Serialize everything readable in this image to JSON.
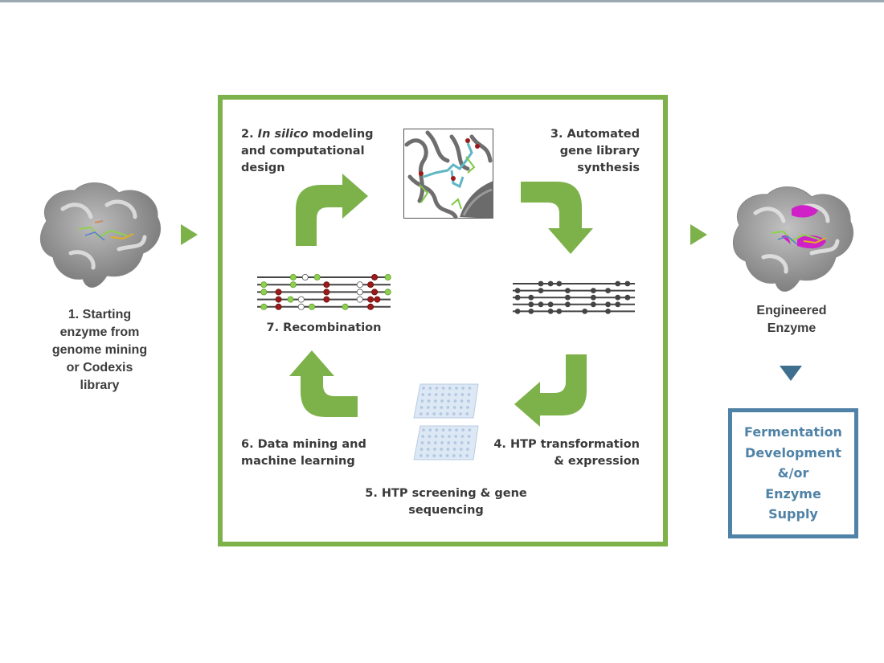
{
  "colors": {
    "cycle_green": "#7db14a",
    "output_blue": "#4f82a6",
    "text_dark": "#3c3c3c",
    "mutation_green": "#8fd14f",
    "mutation_red": "#9b1b1b",
    "mutation_white": "#ffffff",
    "highlight_magenta": "#d020c8"
  },
  "start": {
    "icon": "protein-surface-icon",
    "label_lines": [
      "1. Starting",
      "enzyme from",
      "genome mining",
      "or Codexis",
      "library"
    ]
  },
  "cycle": {
    "step2": {
      "number": "2.",
      "italic": "In silico",
      "rest_line1": " modeling",
      "line2": "and computational",
      "line3": "design"
    },
    "step3": {
      "lines": [
        "3. Automated",
        "gene library",
        "synthesis"
      ]
    },
    "step4": {
      "lines": [
        "4. HTP transformation",
        "& expression"
      ]
    },
    "step5": {
      "lines": [
        "5. HTP screening & gene",
        "sequencing"
      ]
    },
    "step6": {
      "lines": [
        "6. Data mining and",
        "machine learning"
      ]
    },
    "step7": {
      "label": "7. Recombination"
    },
    "recombination_rows": [
      [
        [
          "g",
          0.27
        ],
        [
          "w",
          0.36
        ],
        [
          "g",
          0.45
        ],
        [
          "r",
          0.88
        ],
        [
          "g",
          0.98
        ]
      ],
      [
        [
          "g",
          0.05
        ],
        [
          "g",
          0.27
        ],
        [
          "r",
          0.52
        ],
        [
          "w",
          0.77
        ],
        [
          "r",
          0.85
        ]
      ],
      [
        [
          "g",
          0.05
        ],
        [
          "r",
          0.16
        ],
        [
          "r",
          0.52
        ],
        [
          "w",
          0.77
        ],
        [
          "r",
          0.88
        ],
        [
          "g",
          0.98
        ]
      ],
      [
        [
          "r",
          0.16
        ],
        [
          "g",
          0.25
        ],
        [
          "w",
          0.33
        ],
        [
          "r",
          0.52
        ],
        [
          "w",
          0.77
        ],
        [
          "r",
          0.85
        ],
        [
          "r",
          0.9
        ]
      ],
      [
        [
          "g",
          0.05
        ],
        [
          "r",
          0.16
        ],
        [
          "w",
          0.33
        ],
        [
          "g",
          0.41
        ],
        [
          "g",
          0.66
        ],
        [
          "r",
          0.85
        ]
      ]
    ],
    "library_rows": [
      [
        0.23,
        0.31,
        0.38,
        0.86,
        0.94
      ],
      [
        0.04,
        0.23,
        0.45,
        0.66,
        0.78
      ],
      [
        0.04,
        0.15,
        0.45,
        0.66,
        0.86,
        0.94
      ],
      [
        0.15,
        0.23,
        0.31,
        0.45,
        0.66,
        0.78,
        0.86
      ],
      [
        0.04,
        0.15,
        0.31,
        0.38,
        0.59,
        0.78
      ]
    ]
  },
  "output": {
    "label_lines": [
      "Engineered",
      "Enzyme"
    ],
    "box_lines": [
      "Fermentation",
      "Development",
      "&/or",
      "Enzyme",
      "Supply"
    ]
  }
}
